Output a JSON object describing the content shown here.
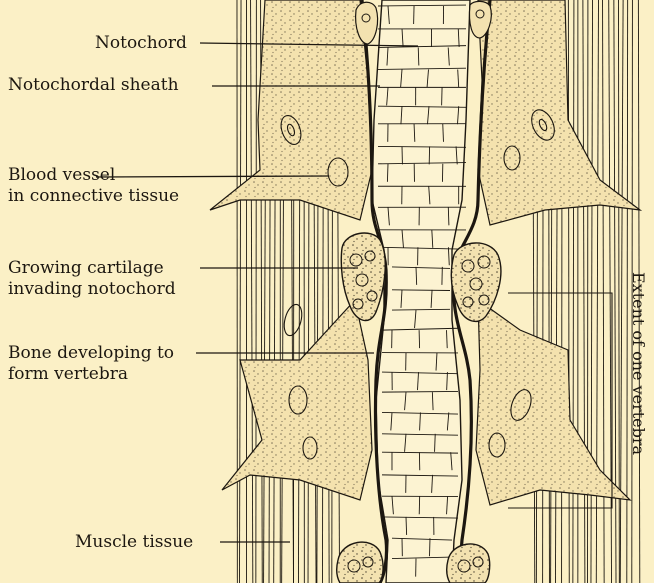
{
  "labels": {
    "notochord": "Notochord",
    "notochordal_sheath": "Notochordal sheath",
    "blood_vessel_1": "Blood vessel",
    "blood_vessel_2": "in connective tissue",
    "growing_cartilage_1": "Growing cartilage",
    "growing_cartilage_2": "invading notochord",
    "bone_developing_1": "Bone developing to",
    "bone_developing_2": "form vertebra",
    "muscle_tissue": "Muscle tissue",
    "extent_of_vertebra": "Extent of one vertebra"
  },
  "colors": {
    "paper": "#fbf0c6",
    "ink": "#1c1710",
    "tissue": "#f6e6b4",
    "notochord": "#fcf3d2",
    "cartilage": "#f3e2b0"
  }
}
